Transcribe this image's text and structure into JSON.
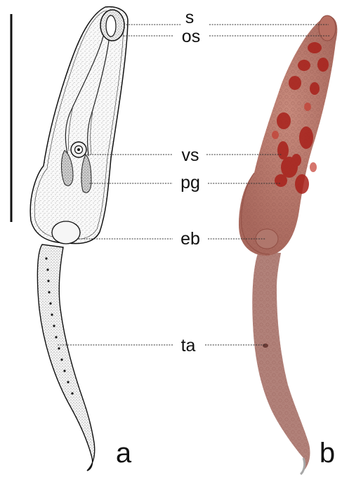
{
  "figure": {
    "labels": {
      "s": "s",
      "os": "os",
      "vs": "vs",
      "pg": "pg",
      "eb": "eb",
      "ta": "ta"
    },
    "panels": {
      "a": "a",
      "b": "b"
    },
    "colors": {
      "ink": "#111111",
      "specimen_dark": "#8e4a40",
      "specimen_light": "#c98a7e",
      "specimen_stain": "#a8201a",
      "tail_stain": "#a8736a"
    }
  }
}
